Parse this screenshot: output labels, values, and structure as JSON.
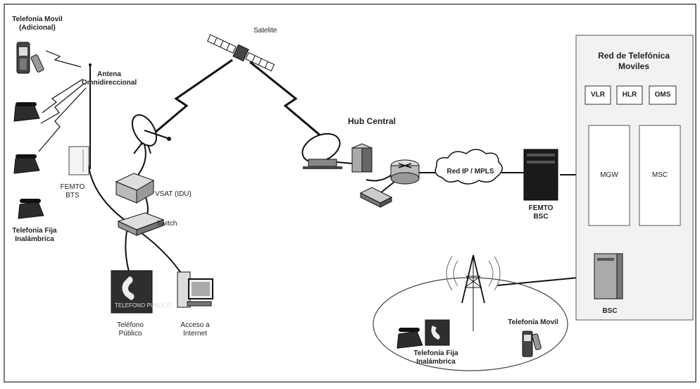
{
  "labels": {
    "mobile_additional": [
      "Telefonía Movil",
      "(Adicional)"
    ],
    "antenna": [
      "Antena",
      "Omnidireccional"
    ],
    "femto_bts": [
      "FEMTO",
      "BTS"
    ],
    "fixed_wireless_left": [
      "Telefonía Fija",
      "Inalámbrica"
    ],
    "vsat": "VSAT (IDU)",
    "switch": "Switch",
    "public_phone": [
      "Teléfono",
      "Público"
    ],
    "internet_access": [
      "Acceso a",
      "Internet"
    ],
    "satellite": "Satelite",
    "hub_central": "Hub Central",
    "ip_network": "Red IP / MPLS",
    "femto_bsc": [
      "FEMTO",
      "BSC"
    ],
    "mobile_network": [
      "Red de Telefónica",
      "Moviles"
    ],
    "vlr": "VLR",
    "hlr": "HLR",
    "oms": "OMS",
    "mgw": "MGW",
    "msc": "MSC",
    "bsc": "BSC",
    "mobile_bottom": "Telefonía Movil",
    "fixed_wireless_bottom": [
      "Telefonía Fija",
      "Inalámbrica"
    ],
    "phone_plate": "TELEFONO PUBLICO"
  }
}
